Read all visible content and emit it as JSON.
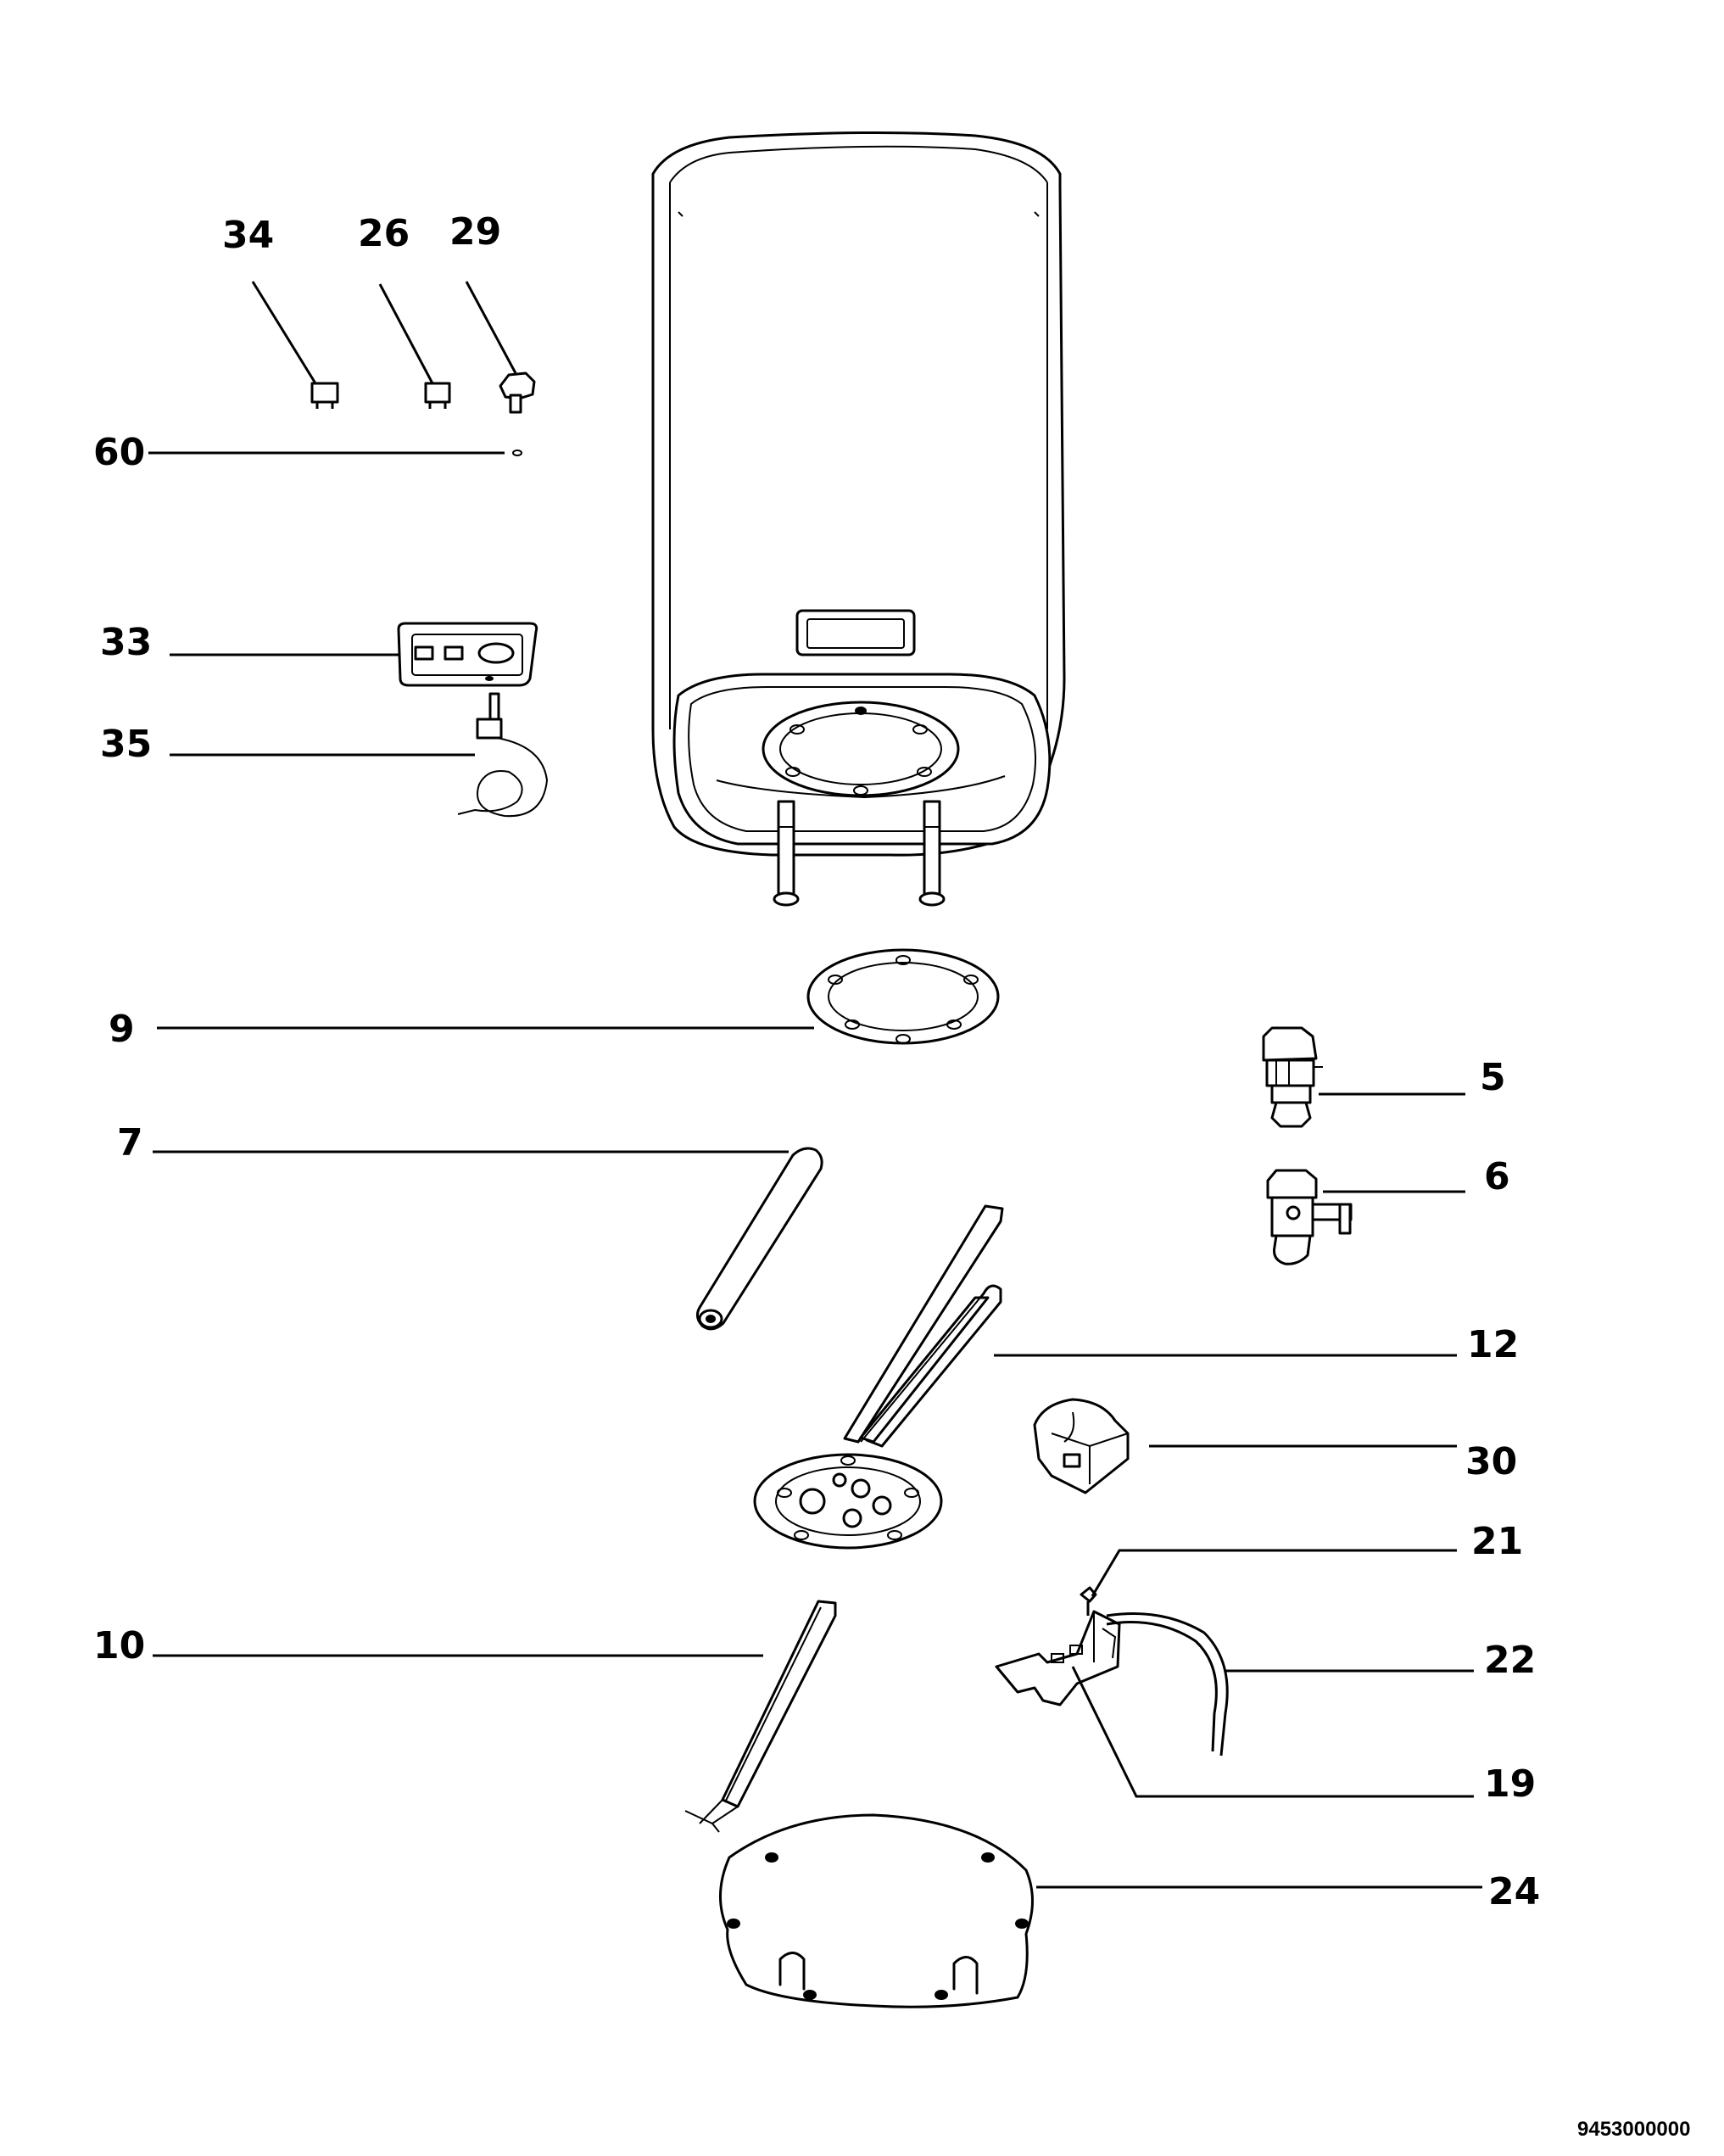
{
  "diagram": {
    "labels": {
      "p34": "34",
      "p26": "26",
      "p29": "29",
      "p60": "60",
      "p33": "33",
      "p35": "35",
      "p9": "9",
      "p7": "7",
      "p5": "5",
      "p6": "6",
      "p12": "12",
      "p30": "30",
      "p21": "21",
      "p22": "22",
      "p19": "19",
      "p10": "10",
      "p24": "24"
    },
    "drawing_code": "9453000000"
  }
}
